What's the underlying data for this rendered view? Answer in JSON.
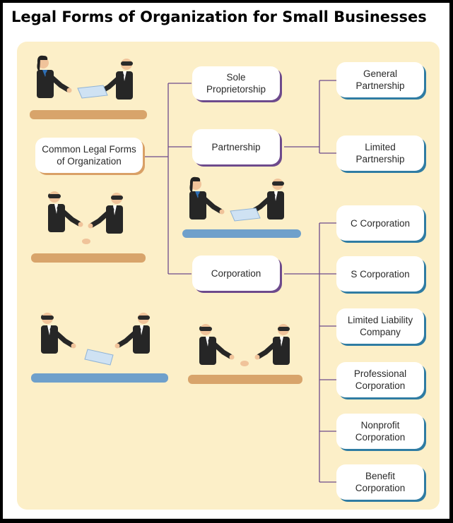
{
  "title": "Legal Forms of Organization for Small Businesses",
  "root": {
    "label": "Common Legal Forms of Organization"
  },
  "level1": [
    {
      "id": "sole",
      "label": "Sole Proprietorship"
    },
    {
      "id": "partnership",
      "label": "Partnership"
    },
    {
      "id": "corporation",
      "label": "Corporation"
    }
  ],
  "partnership_types": [
    {
      "label": "General Partnership"
    },
    {
      "label": "Limited Partnership"
    }
  ],
  "corporation_types": [
    {
      "label": "C Corporation"
    },
    {
      "label": "S Corporation"
    },
    {
      "label": "Limited Liability Company"
    },
    {
      "label": "Professional Corporation"
    },
    {
      "label": "Nonprofit Corporation"
    },
    {
      "label": "Benefit Corporation"
    }
  ],
  "colors": {
    "panel": "#fcefc8",
    "level1_shadow": "#6d4a8c",
    "leaf_shadow": "#2f7ca3",
    "root_shadow": "#d9a066",
    "connector": "#6d4a8c",
    "suit": "#262626",
    "table_tan": "#d8a46b",
    "table_blue": "#6fa0cb"
  },
  "illustrations": [
    {
      "name": "two-businesspeople-signing-icon"
    },
    {
      "name": "businessmen-handshake-icon"
    },
    {
      "name": "businesswoman-businessman-signing-icon"
    },
    {
      "name": "businessmen-exchange-document-icon"
    },
    {
      "name": "businessmen-handshake-icon"
    }
  ]
}
